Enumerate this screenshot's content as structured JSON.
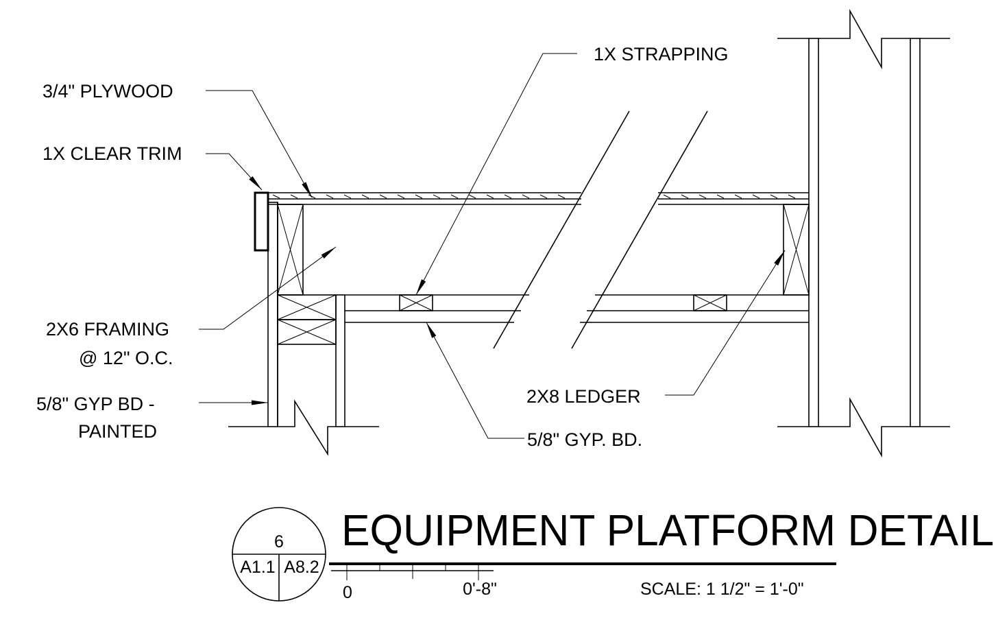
{
  "labels": {
    "plywood": "3/4\" PLYWOOD",
    "clear_trim": "1X CLEAR TRIM",
    "framing_line1": "2X6 FRAMING",
    "framing_line2": "@ 12\" O.C.",
    "gyp_painted_line1": "5/8\" GYP BD -",
    "gyp_painted_line2": "PAINTED",
    "strapping": "1X STRAPPING",
    "ledger": "2X8 LEDGER",
    "gyp_bd": "5/8\" GYP. BD."
  },
  "title_block": {
    "title": "EQUIPMENT PLATFORM DETAIL",
    "detail_number": "6",
    "sheet_left": "A1.1",
    "sheet_right": "A8.2",
    "scale_start": "0",
    "scale_end": "0'-8\"",
    "scale_text": "SCALE: 1 1/2\" = 1'-0\""
  },
  "colors": {
    "line": "#000000",
    "background": "#ffffff"
  }
}
